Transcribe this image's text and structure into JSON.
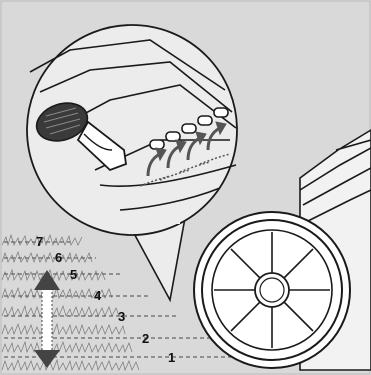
{
  "diagram": {
    "height_levels": [
      "1",
      "2",
      "3",
      "4",
      "5",
      "6",
      "7"
    ],
    "colors": {
      "background": "#d9d9d9",
      "callout_fill": "#e8e8e8",
      "line": "#1a1a1a",
      "arrow_gray": "#555555",
      "dash": "#888888"
    }
  }
}
